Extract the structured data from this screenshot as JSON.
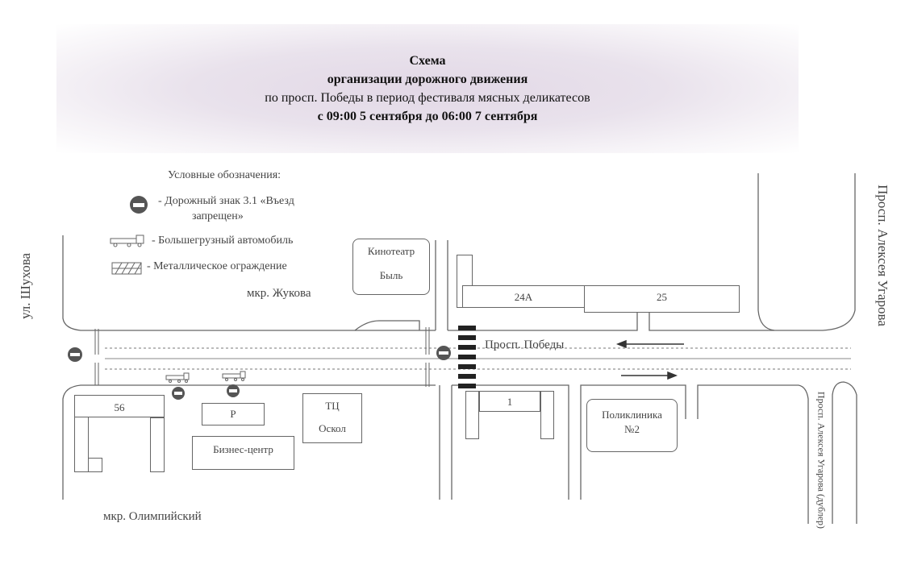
{
  "title": {
    "line1": "Схема",
    "line2": "организации дорожного движения",
    "line3": "по просп. Победы в период фестиваля мясных деликатесов",
    "line4": "с 09:00 5 сентября до 06:00 7 сентября"
  },
  "legend": {
    "heading": "Условные обозначения:",
    "sign_line1": "- Дорожный знак 3.1 «Въезд",
    "sign_line2": "запрещен»",
    "truck": "- Большегрузный автомобиль",
    "fence": "- Металлическое ограждение"
  },
  "districts": {
    "north": "мкр. Жукова",
    "south": "мкр. Олимпийский"
  },
  "streets": {
    "main": "Просп. Победы",
    "west": "ул. Шухова",
    "east": "Просп. Алексея Угарова",
    "east_backup": "Просп. Алексея Угарова (дублер)"
  },
  "buildings": {
    "cinema_line1": "Кинотеатр",
    "cinema_line2": "Быль",
    "b24a": "24А",
    "b25": "25",
    "b56": "56",
    "parking": "Р",
    "business": "Бизнес-центр",
    "mall_line1": "ТЦ",
    "mall_line2": "Оскол",
    "b1": "1",
    "clinic_line1": "Поликлиника",
    "clinic_line2": "№2"
  },
  "icons": {
    "no_entry": "no-entry-sign-icon",
    "truck": "heavy-truck-icon",
    "fence": "metal-fence-icon",
    "arrow": "direction-arrow-icon"
  },
  "colors": {
    "sign_red": "#555555",
    "line": "#666666"
  }
}
